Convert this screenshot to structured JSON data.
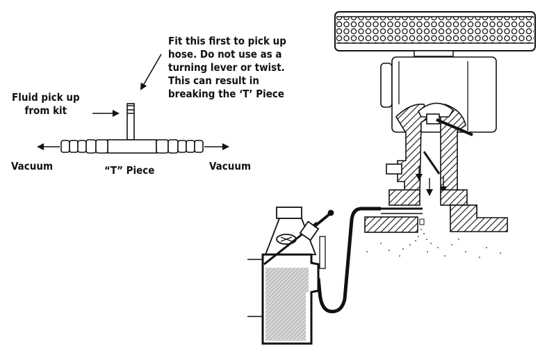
{
  "figure": {
    "title": "Fluid kit T-piece fitting and carburettor vacuum connection",
    "t_piece_diagram": {
      "note_lines": [
        "Fit this first to pick up",
        "hose. Do not use as a",
        "turning lever or twist.",
        "This can result in",
        "breaking the ‘T’ Piece"
      ],
      "fluid_label_lines": [
        "Fluid pick up",
        "from kit"
      ],
      "vacuum_left_label": "Vacuum",
      "vacuum_right_label": "Vacuum",
      "t_piece_label": "“T” Piece"
    },
    "components": [
      "air-filter",
      "carburettor",
      "throttle-plate",
      "intake-manifold",
      "fluid-bottle",
      "feed-hose",
      "spray-nozzle"
    ],
    "colors": {
      "ink": "#111111",
      "paper": "#ffffff",
      "fluid": "#bdbdbd"
    }
  }
}
